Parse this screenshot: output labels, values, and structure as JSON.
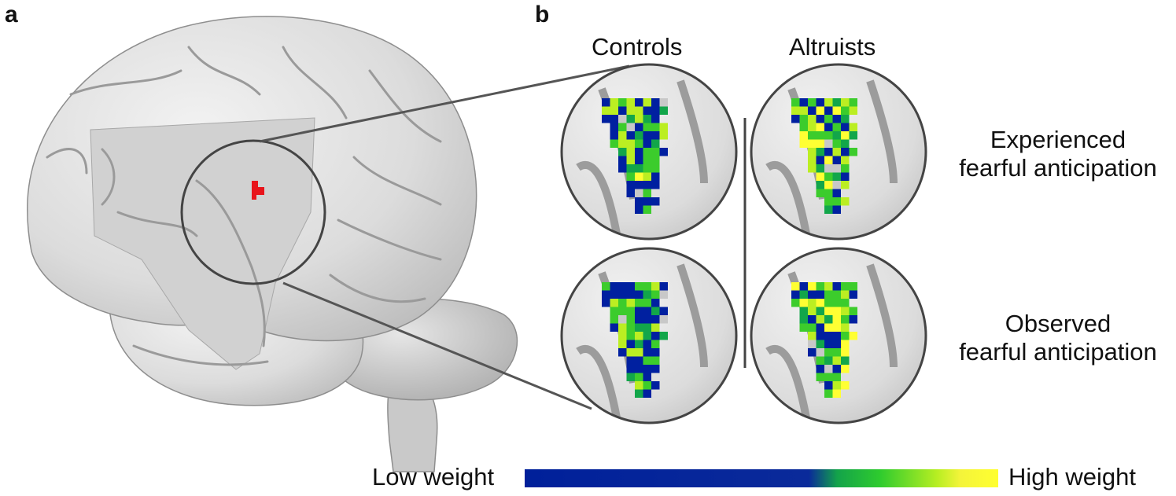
{
  "panel_a": {
    "letter": "a"
  },
  "panel_b": {
    "letter": "b",
    "columns": [
      "Controls",
      "Altruists"
    ],
    "rows": [
      {
        "line1": "Experienced",
        "line2": "fearful anticipation"
      },
      {
        "line1": "Observed",
        "line2": "fearful anticipation"
      }
    ]
  },
  "colorbar": {
    "low_label": "Low weight",
    "high_label": "High weight",
    "colors": [
      "#0020a0",
      "#12a64a",
      "#3ccc2c",
      "#bbee22",
      "#ffff33"
    ]
  },
  "highlight_color": "#e8141b"
}
